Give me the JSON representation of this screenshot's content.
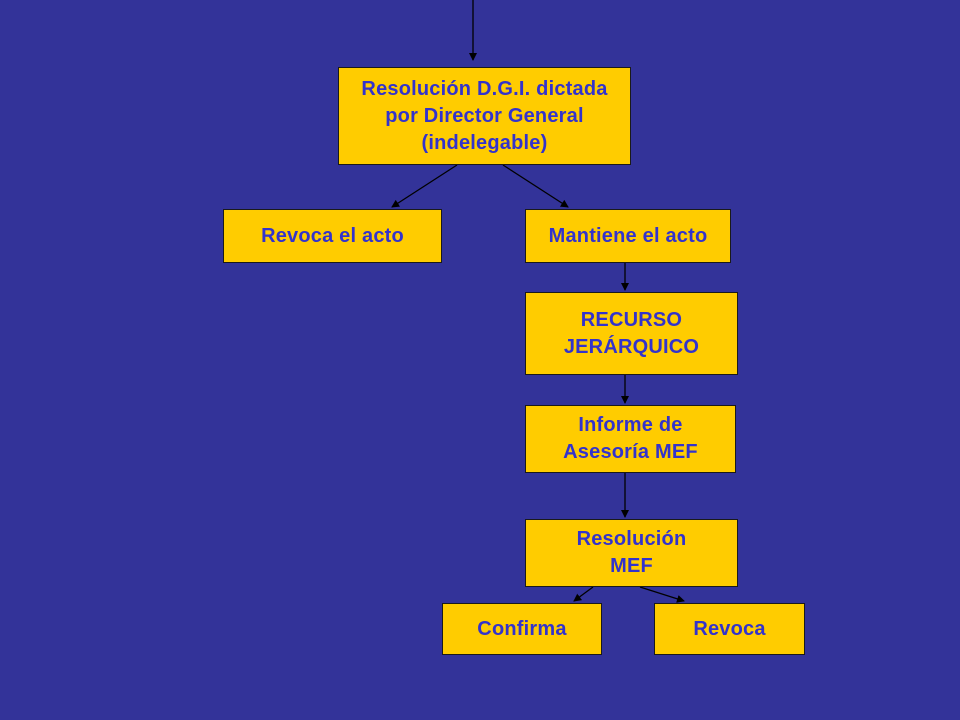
{
  "colors": {
    "background": "#333399",
    "box_fill": "#FFCC00",
    "box_text": "#3333CC",
    "arrow": "#000000"
  },
  "nodes": {
    "resolucion_dgi": "Resolución D.G.I. dictada\npor Director General\n(indelegable)",
    "revoca_acto": "Revoca el acto",
    "mantiene_acto": "Mantiene el acto",
    "recurso_jerarquico": "RECURSO\nJERÁRQUICO",
    "informe_asesoria": "Informe de\nAsesoría MEF",
    "resolucion_mef": "Resolución\nMEF",
    "confirma": "Confirma",
    "revoca": "Revoca"
  }
}
